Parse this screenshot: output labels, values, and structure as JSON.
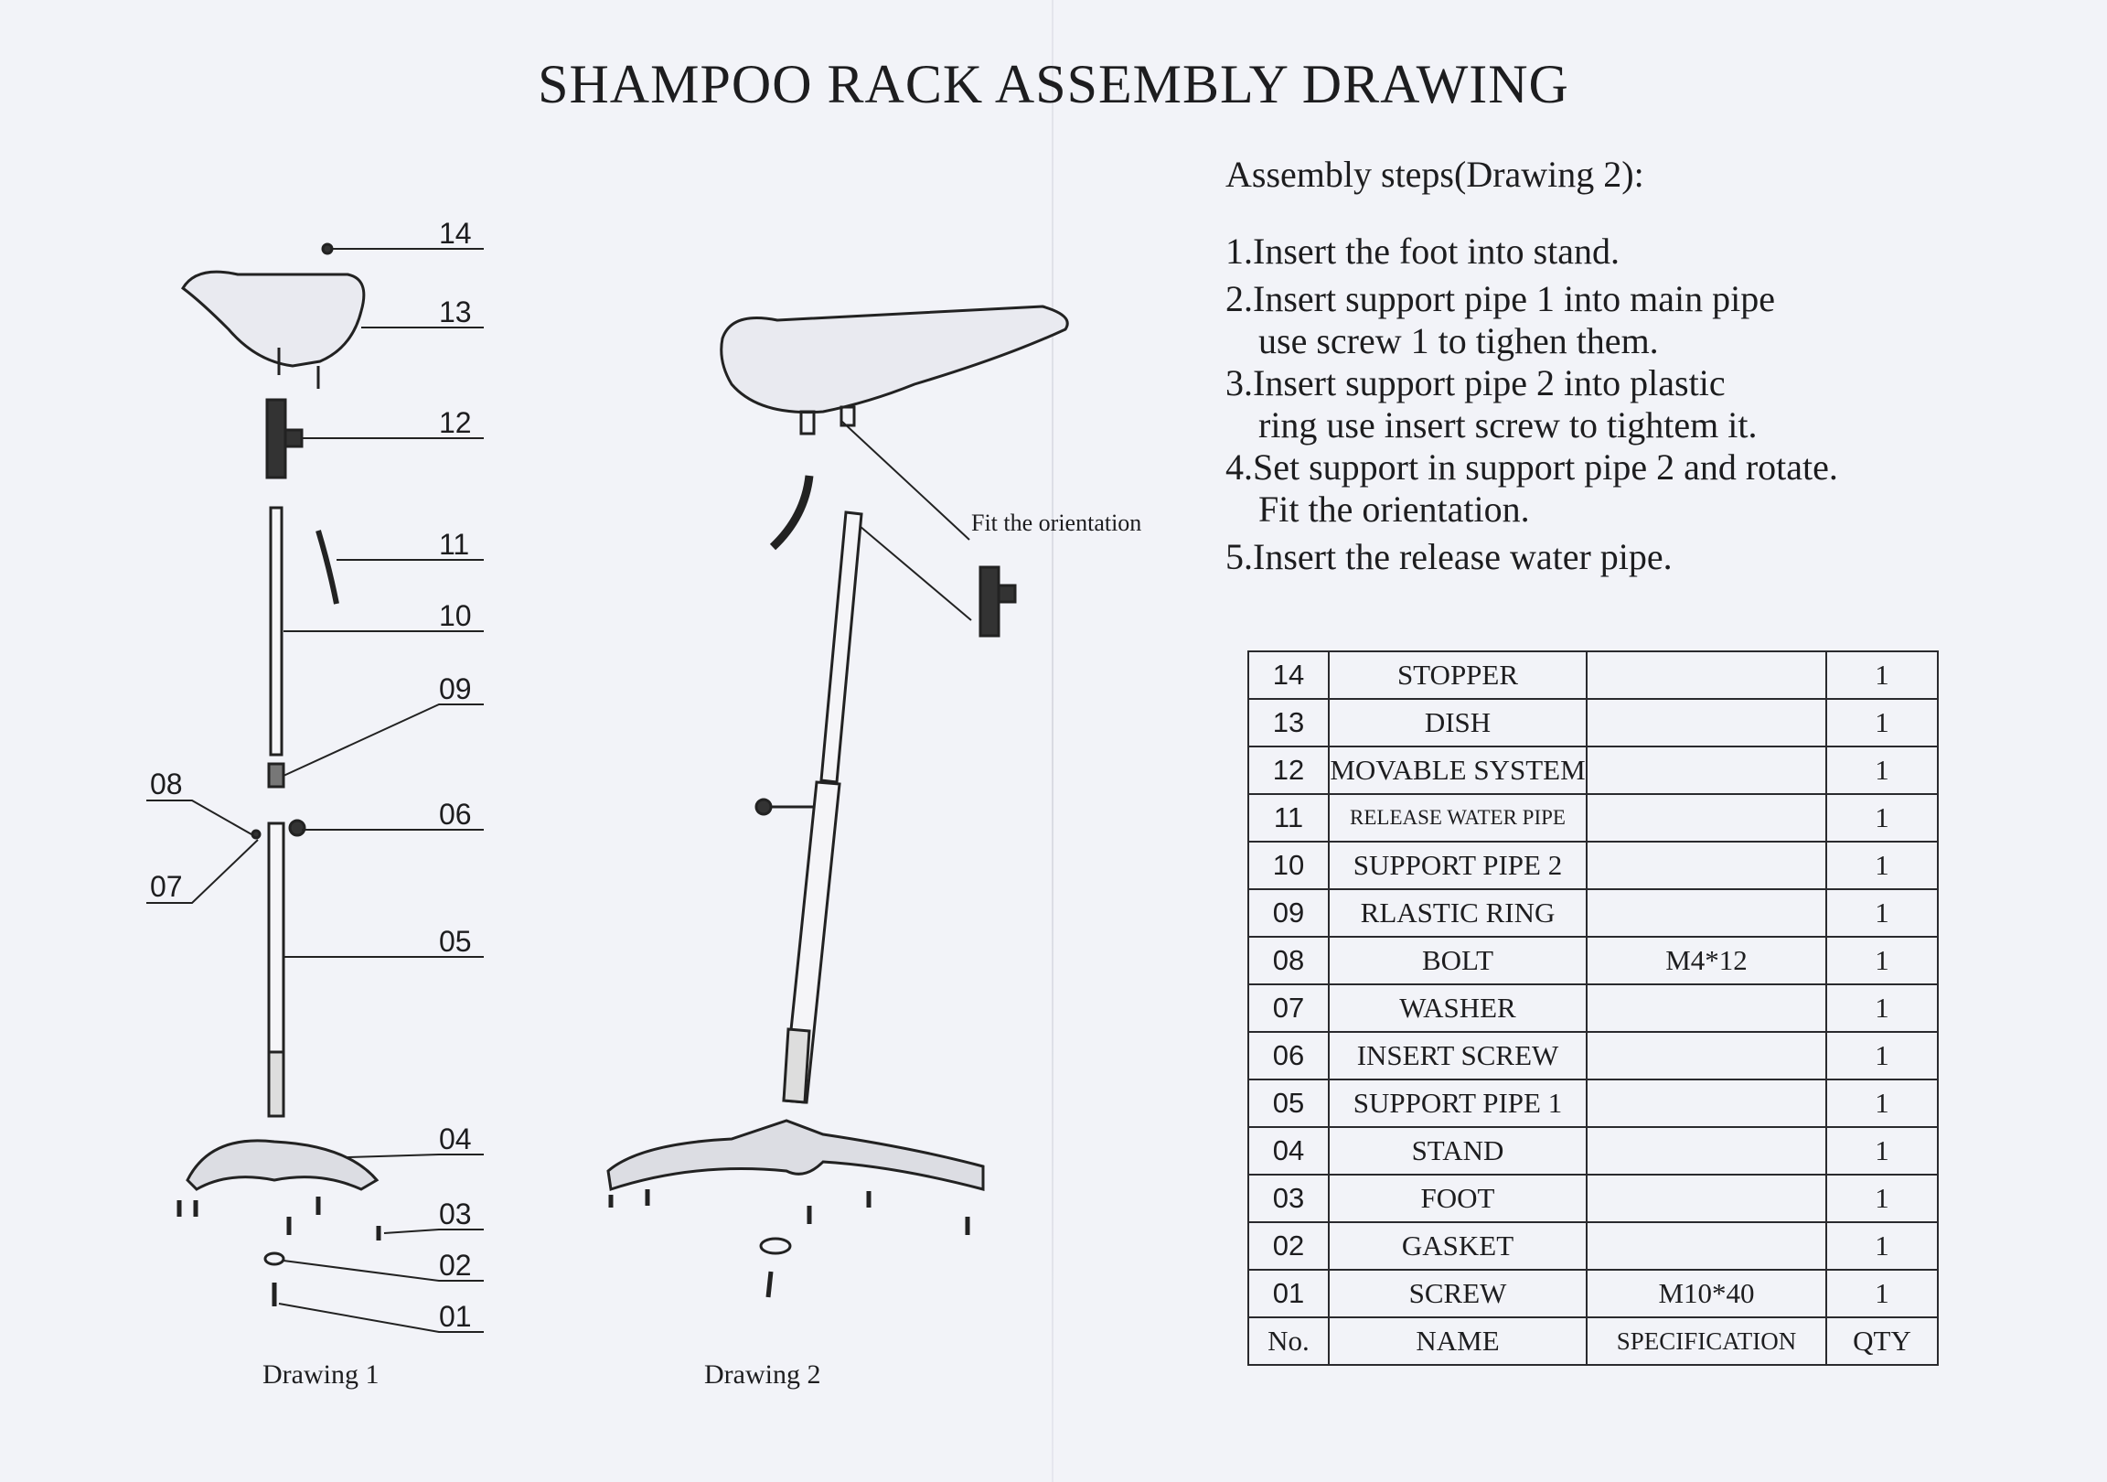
{
  "title": "SHAMPOO RACK ASSEMBLY DRAWING",
  "steps": {
    "heading": "Assembly steps(Drawing 2):",
    "lines": [
      "1.Insert the foot into stand.",
      "2.Insert support pipe 1 into main pipe",
      "use screw 1 to tighen them.",
      "3.Insert support pipe 2 into plastic",
      "ring use insert screw to tightem it.",
      "4.Set support in support pipe 2 and rotate.",
      "Fit the orientation.",
      "5.Insert the release water pipe."
    ]
  },
  "drawing1": {
    "caption": "Drawing  1",
    "labels": [
      "14",
      "13",
      "12",
      "11",
      "10",
      "09",
      "08",
      "06",
      "07",
      "05",
      "04",
      "03",
      "02",
      "01"
    ]
  },
  "drawing2": {
    "caption": "Drawing 2",
    "annotation": "Fit the orientation"
  },
  "parts_table": {
    "header": {
      "no": "No.",
      "name": "NAME",
      "spec": "SPECIFICATION",
      "qty": "QTY"
    },
    "rows": [
      {
        "no": "14",
        "name": "STOPPER",
        "spec": "",
        "qty": "1"
      },
      {
        "no": "13",
        "name": "DISH",
        "spec": "",
        "qty": "1"
      },
      {
        "no": "12",
        "name": "MOVABLE SYSTEM",
        "spec": "",
        "qty": "1"
      },
      {
        "no": "11",
        "name": "RELEASE WATER PIPE",
        "spec": "",
        "qty": "1"
      },
      {
        "no": "10",
        "name": "SUPPORT PIPE 2",
        "spec": "",
        "qty": "1"
      },
      {
        "no": "09",
        "name": "RLASTIC RING",
        "spec": "",
        "qty": "1"
      },
      {
        "no": "08",
        "name": "BOLT",
        "spec": "M4*12",
        "qty": "1"
      },
      {
        "no": "07",
        "name": "WASHER",
        "spec": "",
        "qty": "1"
      },
      {
        "no": "06",
        "name": "INSERT SCREW",
        "spec": "",
        "qty": "1"
      },
      {
        "no": "05",
        "name": "SUPPORT PIPE 1",
        "spec": "",
        "qty": "1"
      },
      {
        "no": "04",
        "name": "STAND",
        "spec": "",
        "qty": "1"
      },
      {
        "no": "03",
        "name": "FOOT",
        "spec": "",
        "qty": "1"
      },
      {
        "no": "02",
        "name": "GASKET",
        "spec": "",
        "qty": "1"
      },
      {
        "no": "01",
        "name": "SCREW",
        "spec": "M10*40",
        "qty": "1"
      }
    ]
  }
}
